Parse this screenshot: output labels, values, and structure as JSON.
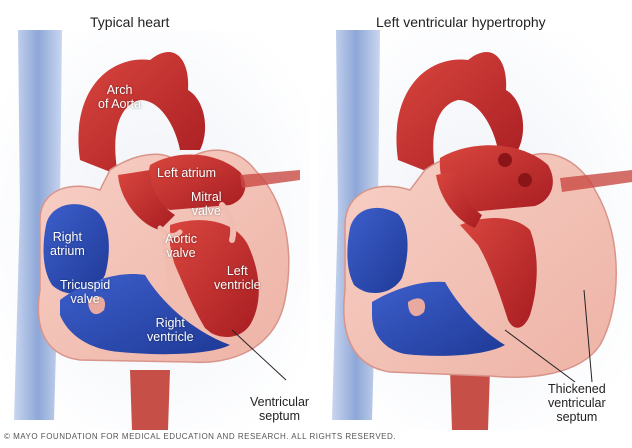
{
  "panels": {
    "left_title": "Typical heart",
    "right_title": "Left ventricular hypertrophy"
  },
  "labels": {
    "arch_of_aorta": [
      "Arch",
      "of Aorta"
    ],
    "left_atrium": "Left atrium",
    "mitral_valve": [
      "Mitral",
      "valve"
    ],
    "right_atrium": [
      "Right",
      "atrium"
    ],
    "aortic_valve": [
      "Aortic",
      "valve"
    ],
    "left_ventricle": [
      "Left",
      "ventricle"
    ],
    "tricuspid_valve": [
      "Tricuspid",
      "valve"
    ],
    "right_ventricle": [
      "Right",
      "ventricle"
    ],
    "ventricular_septum": [
      "Ventricular",
      "septum"
    ],
    "thickened_septum": [
      "Thickened",
      "ventricular",
      "septum"
    ]
  },
  "copyright": "© MAYO FOUNDATION FOR MEDICAL EDUCATION AND RESEARCH. ALL RIGHTS RESERVED.",
  "colors": {
    "oxygenated": "#c62a2a",
    "deoxygenated": "#2f4fb8",
    "muscle": "#f4c2b8",
    "vessel_blue": "#9fb6de",
    "vessel_red": "#c94a44"
  }
}
